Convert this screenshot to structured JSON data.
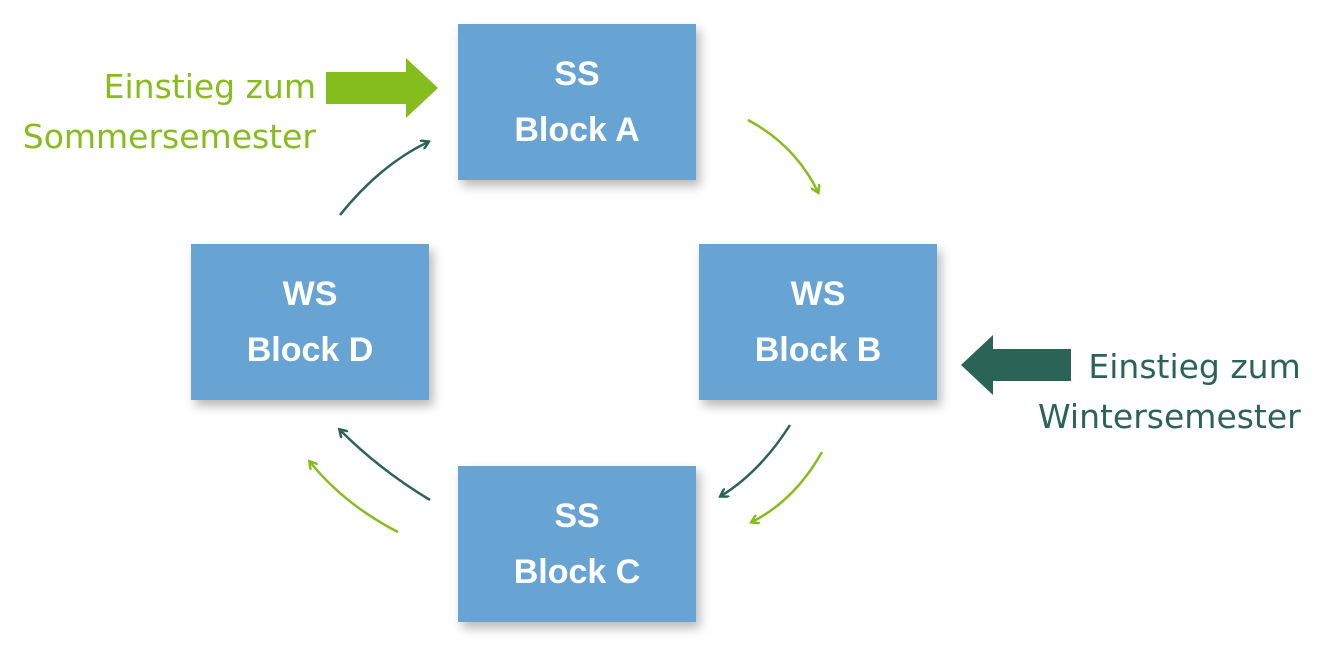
{
  "blocks": {
    "a": {
      "semester": "SS",
      "name": "Block A"
    },
    "b": {
      "semester": "WS",
      "name": "Block B"
    },
    "c": {
      "semester": "SS",
      "name": "Block C"
    },
    "d": {
      "semester": "WS",
      "name": "Block D"
    }
  },
  "entries": {
    "summer": {
      "line1": "Einstieg zum",
      "line2": "Sommersemester"
    },
    "winter": {
      "line1": "Einstieg zum",
      "line2": "Wintersemester"
    }
  },
  "colors": {
    "block_fill": "#67a3d3",
    "summer_green": "#85be1c",
    "winter_teal": "#2b6456",
    "block_text": "#ffffff"
  }
}
